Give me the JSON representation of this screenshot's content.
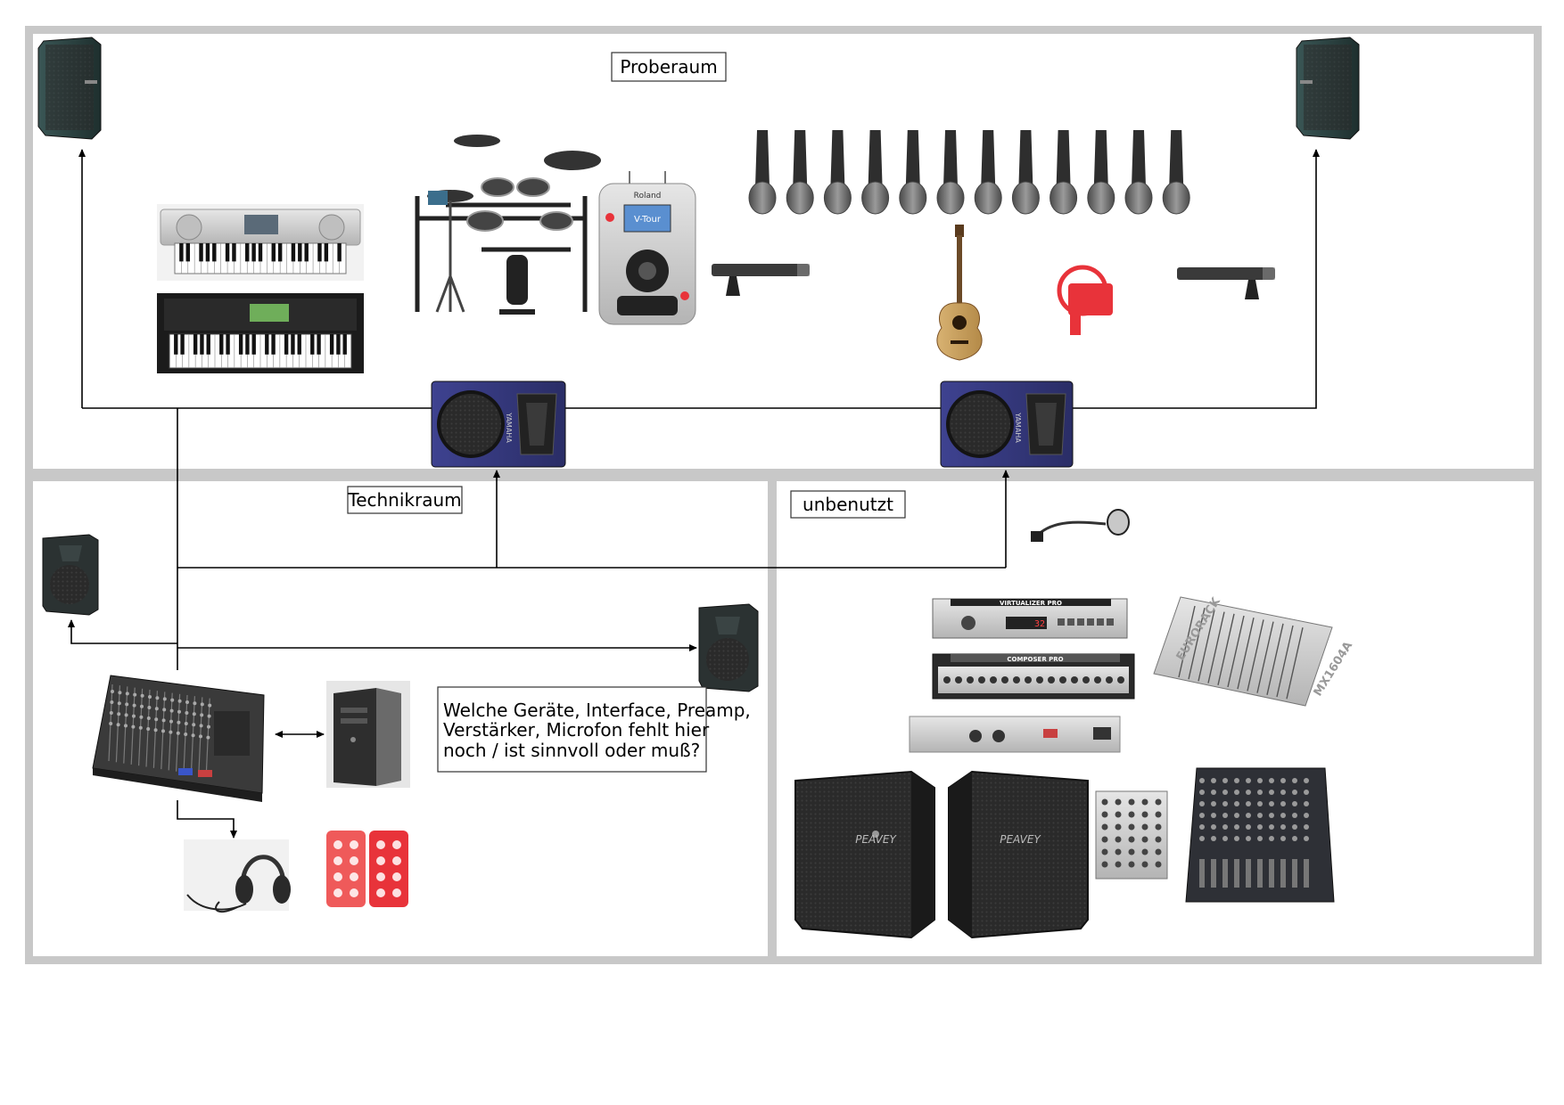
{
  "rooms": {
    "proberaum": "Proberaum",
    "technikraum": "Technikraum",
    "unbenutzt": "unbenutzt"
  },
  "note": {
    "lines": [
      "Welche Geräte, Interface, Preamp,",
      "Verstärker, Microfon fehlt hier",
      "noch / ist sinnvoll oder muß?"
    ]
  },
  "device_labels": {
    "drum_module_brand": "Roland",
    "drum_module_screen": "V-Tour",
    "monitor_brand": "YAMAHA",
    "effects_1": "VIRTUALIZER PRO",
    "effects_2": "COMPOSER PRO",
    "effects_1_display": "32",
    "mixer_brand": "EURORACK",
    "mixer_model": "MX1604A",
    "cab_brand": "PEAVEY"
  },
  "colors": {
    "wall": "#c8c8c8",
    "speaker_teal": "#2f4a49",
    "monitor_blue": "#35387a",
    "mic_gray": "#6a6a6a",
    "red_accent": "#e8333a"
  }
}
